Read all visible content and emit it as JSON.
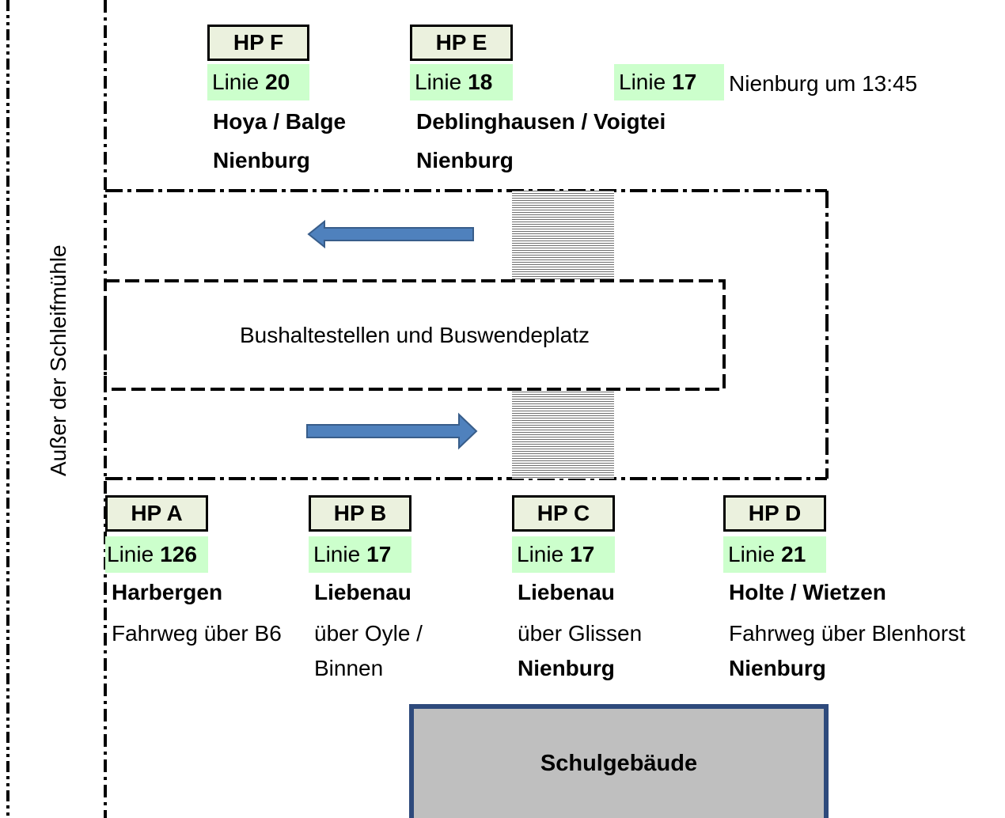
{
  "street_label": "Außer der Schleifmühle",
  "center_label": "Bushaltestellen und Buswendeplatz",
  "school_label": "Schulgebäude",
  "colors": {
    "line_badge": "#ccffcc",
    "hp_box": "#ebf1de",
    "arrow": "#4f81bd",
    "school_fill": "#bfbfbf",
    "school_border": "#2e4a7c"
  },
  "top_stops": {
    "hp_f": {
      "label": "HP F",
      "linie_prefix": "Linie",
      "linie_num": "20",
      "dest1": "Hoya / Balge",
      "dest2": "Nienburg"
    },
    "hp_e": {
      "label": "HP E",
      "linie_prefix": "Linie",
      "linie_num": "18",
      "dest1": "Deblinghausen / Voigtei",
      "dest2": "Nienburg"
    },
    "extra": {
      "linie_prefix": "Linie",
      "linie_num": "17",
      "note": "Nienburg um 13:45"
    }
  },
  "bottom_stops": {
    "hp_a": {
      "label": "HP A",
      "linie_prefix": "Linie",
      "linie_num": "126",
      "dest1": "Harbergen",
      "route": "Fahrweg über B6"
    },
    "hp_b": {
      "label": "HP B",
      "linie_prefix": "Linie",
      "linie_num": "17",
      "dest1": "Liebenau",
      "route1": "über Oyle /",
      "route2": "Binnen"
    },
    "hp_c": {
      "label": "HP C",
      "linie_prefix": "Linie",
      "linie_num": "17",
      "dest1": "Liebenau",
      "route": "über Glissen",
      "dest2": "Nienburg"
    },
    "hp_d": {
      "label": "HP D",
      "linie_prefix": "Linie",
      "linie_num": "21",
      "dest1": "Holte / Wietzen",
      "route": "Fahrweg über Blenhorst",
      "dest2": "Nienburg"
    }
  }
}
